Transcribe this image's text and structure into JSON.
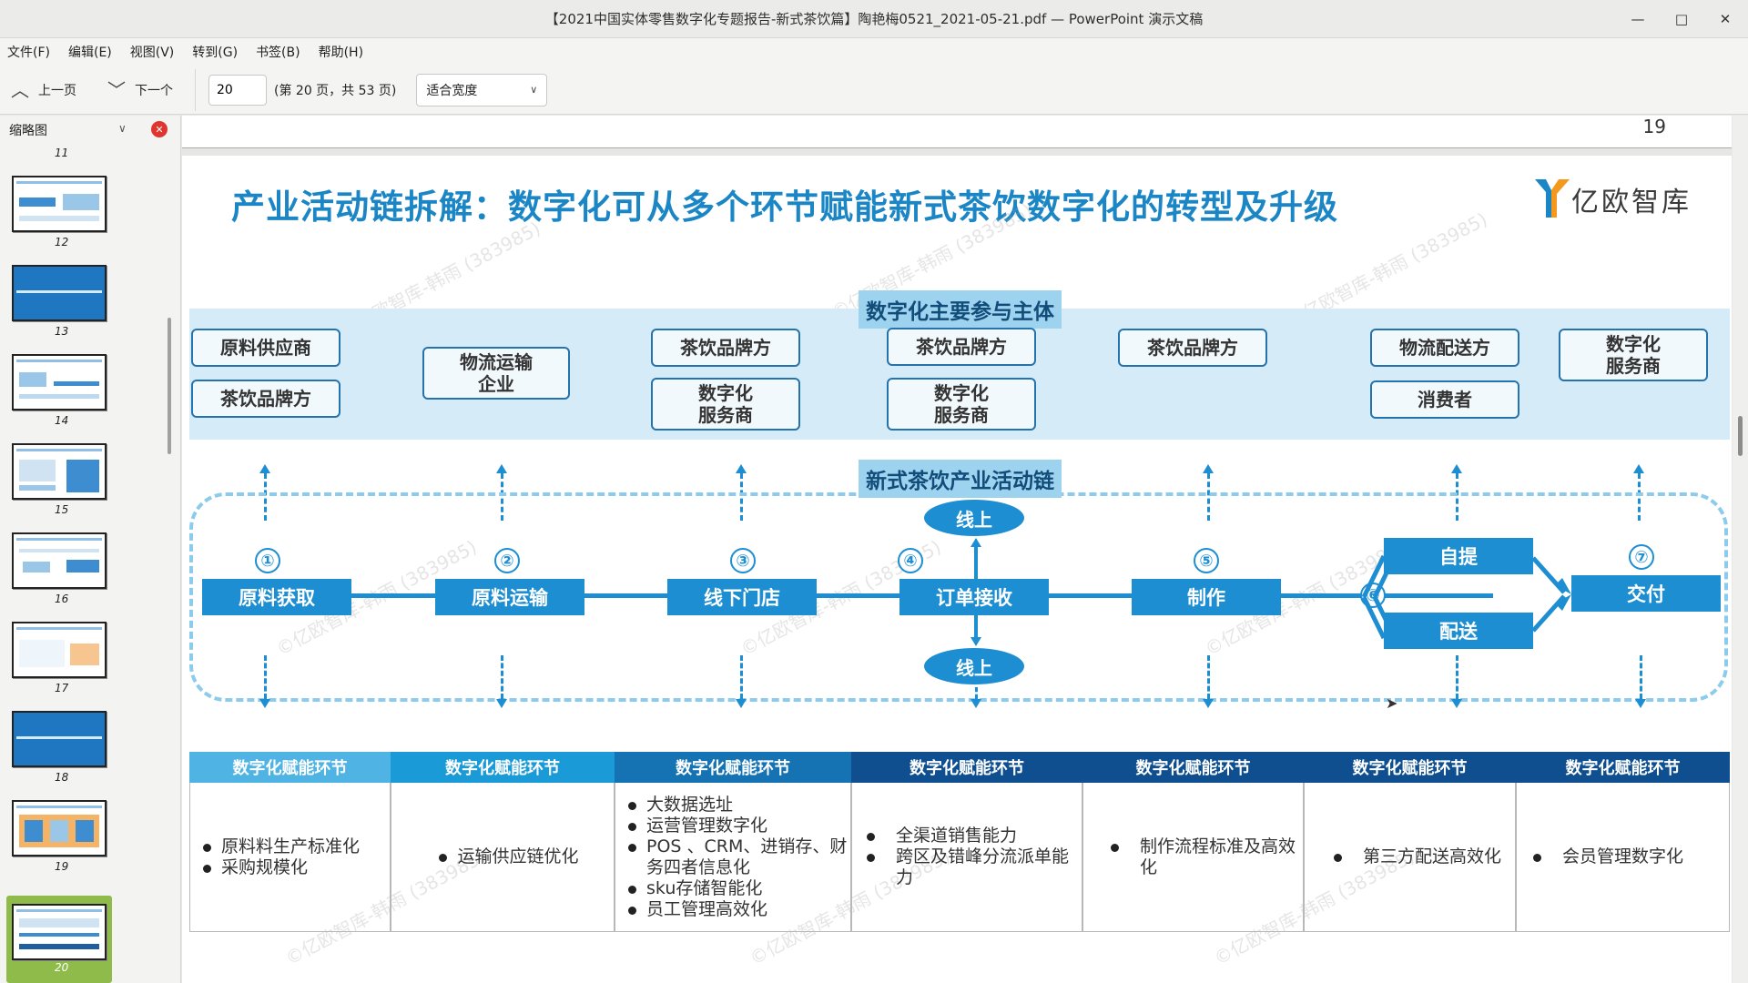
{
  "window": {
    "title": "【2021中国实体零售数字化专题报告-新式茶饮篇】陶艳梅0521_2021-05-21.pdf — PowerPoint 演示文稿",
    "controls": [
      "—",
      "□",
      "✕"
    ]
  },
  "menu": [
    "文件(F)",
    "编辑(E)",
    "视图(V)",
    "转到(G)",
    "书签(B)",
    "帮助(H)"
  ],
  "toolbar": {
    "prev_label": "上一页",
    "next_label": "下一个",
    "page_value": "20",
    "page_info": "(第 20 页，共 53 页)",
    "zoom_value": "适合宽度"
  },
  "sidebar": {
    "title": "缩略图",
    "thumbnails": [
      "11",
      "12",
      "13",
      "14",
      "15",
      "16",
      "17",
      "18",
      "19",
      "20"
    ],
    "selected": "20"
  },
  "document": {
    "prev_page_number": "19",
    "slide": {
      "title": "产业活动链拆解：数字化可从多个环节赋能新式茶饮数字化的转型及升级",
      "logo_text": "亿欧智库",
      "watermark": "©亿欧智库-韩雨 (383985)",
      "participants_label": "数字化主要参与主体",
      "participants": [
        [
          "原料供应商",
          "茶饮品牌方"
        ],
        [
          "物流运输\n企业"
        ],
        [
          "茶饮品牌方",
          "数字化\n服务商"
        ],
        [
          "茶饮品牌方",
          "数字化\n服务商"
        ],
        [
          "茶饮品牌方"
        ],
        [
          "物流配送方",
          "消费者"
        ],
        [
          "数字化\n服务商"
        ]
      ],
      "chain_label": "新式茶饮产业活动链",
      "steps": [
        {
          "num": "①",
          "label": "原料获取"
        },
        {
          "num": "②",
          "label": "原料运输"
        },
        {
          "num": "③",
          "label": "线下门店"
        },
        {
          "num": "④",
          "label": "订单接收"
        },
        {
          "num": "⑤",
          "label": "制作"
        },
        {
          "num": "⑥",
          "label": ""
        },
        {
          "num": "⑦",
          "label": "交付"
        }
      ],
      "online_top": "线上",
      "online_bottom": "线上",
      "split": [
        "自提",
        "配送"
      ],
      "table_header": "数字化赋能环节",
      "table_cols": [
        [
          "原料料生产标准化",
          "采购规模化"
        ],
        [
          "运输供应链优化"
        ],
        [
          "大数据选址",
          "运营管理数字化",
          "POS 、CRM、进销存、财务四者信息化",
          "sku存储智能化",
          "员工管理高效化"
        ],
        [
          "全渠道销售能力",
          "跨区及错峰分流派单能力"
        ],
        [
          "制作流程标准及高效化"
        ],
        [
          "第三方配送高效化"
        ],
        [
          "会员管理数字化"
        ]
      ],
      "header_colors": [
        "#4fb4e3",
        "#1a9ad6",
        "#1573b3",
        "#0f4f8f",
        "#0f4f8f",
        "#0f4f8f",
        "#0f4f8f"
      ]
    }
  }
}
